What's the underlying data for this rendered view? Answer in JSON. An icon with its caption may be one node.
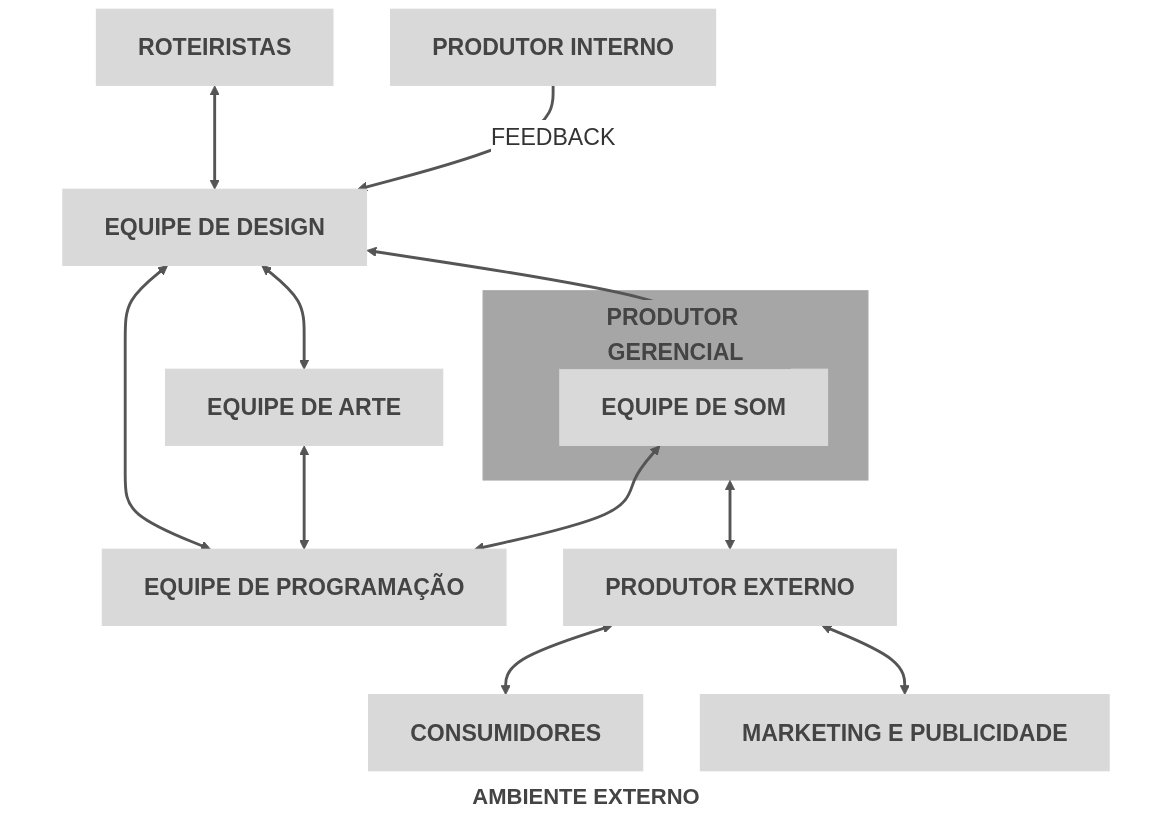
{
  "diagram": {
    "nodes": [
      {
        "text": [
          "ROTEIRISTAS"
        ]
      },
      {
        "text": [
          "EQUIPE DE DESIGN"
        ]
      },
      {
        "text": [
          "PRODUTOR INTERNO"
        ]
      },
      {
        "text": [
          "PRODUTOR GERENCIAL"
        ]
      },
      {
        "text": [
          "EQUIPE DE ARTE"
        ]
      },
      {
        "text": [
          "EQUIPE DE SOM"
        ],
        "in": 3
      },
      {
        "text": [
          "EQUIPE DE PROGRAMAÇÃO"
        ]
      },
      {
        "text": [
          "PRODUTOR EXTERNO"
        ]
      },
      {
        "text": [
          "CONSUMIDORES"
        ]
      },
      {
        "text": [
          "MARKETING E PUBLICIDADE"
        ]
      }
    ],
    "edges": [
      {
        "from": 0,
        "to": 1,
        "arrow": "both"
      },
      {
        "from": 2,
        "to": 1,
        "arrow": "to",
        "label": "FEEDBACK"
      },
      {
        "from": 1,
        "to": 4,
        "arrow": "both"
      },
      {
        "from": 1,
        "to": 6,
        "arrow": "both"
      },
      {
        "from": 1,
        "to": 5,
        "arrow": "both"
      },
      {
        "from": 4,
        "to": 6,
        "arrow": "both"
      },
      {
        "from": 5,
        "to": 6,
        "arrow": "both"
      },
      {
        "from": 3,
        "to": 7,
        "arrow": "both"
      },
      {
        "from": 7,
        "to": 8,
        "arrow": "both"
      },
      {
        "from": 7,
        "to": 9,
        "arrow": "both"
      }
    ],
    "labels": [
      "AMBIENTE EXTERNO"
    ]
  }
}
